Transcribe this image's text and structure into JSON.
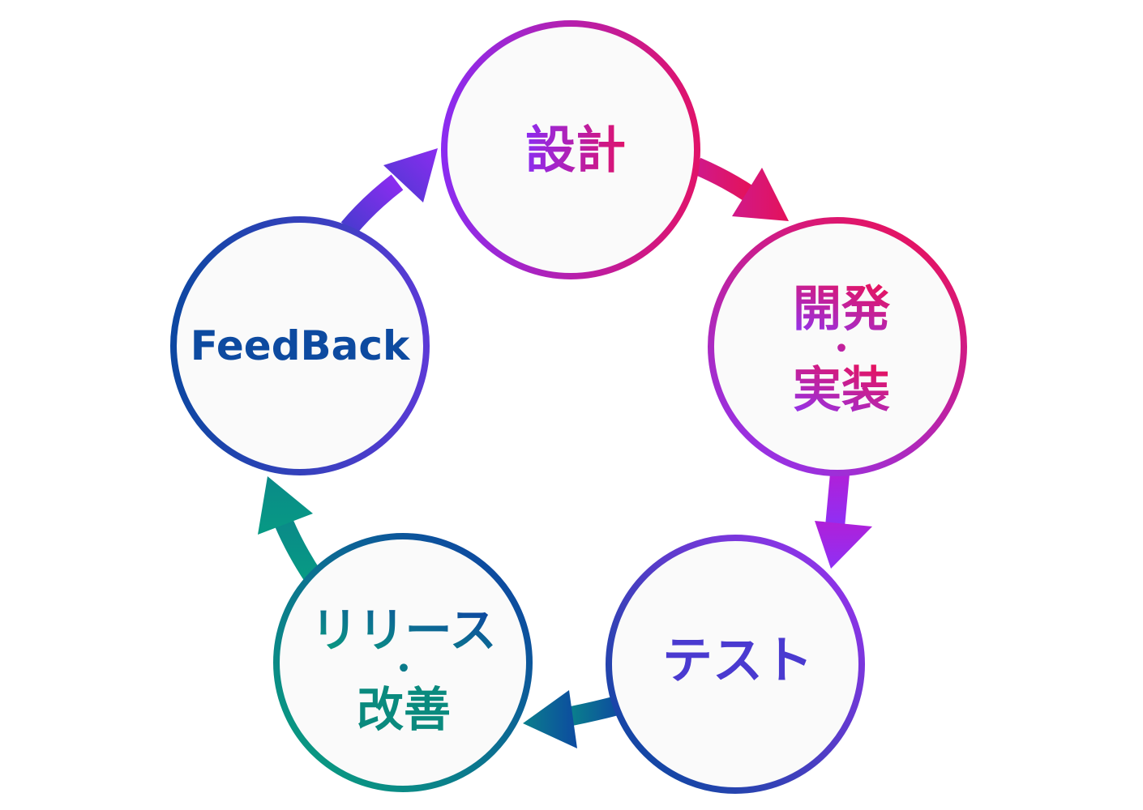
{
  "nodes": [
    {
      "id": "design",
      "lines": [
        "設計"
      ],
      "colors": [
        "#8b2cf0",
        "#e0136a"
      ]
    },
    {
      "id": "develop",
      "lines": [
        "開発",
        "・",
        "実装"
      ],
      "colors": [
        "#e8125c",
        "#9333ea"
      ]
    },
    {
      "id": "test",
      "lines": [
        "テスト"
      ],
      "colors": [
        "#9333ea",
        "#0d47a1"
      ]
    },
    {
      "id": "release",
      "lines": [
        "リリース",
        "・",
        "改善"
      ],
      "colors": [
        "#0d47a1",
        "#0a9a80"
      ]
    },
    {
      "id": "feedback",
      "lines": [
        "FeedBack"
      ],
      "colors": [
        "#0d47a1",
        "#5b3ad6"
      ]
    }
  ],
  "edges": [
    {
      "from": "design",
      "to": "develop"
    },
    {
      "from": "develop",
      "to": "test"
    },
    {
      "from": "test",
      "to": "release"
    },
    {
      "from": "release",
      "to": "feedback"
    },
    {
      "from": "feedback",
      "to": "design"
    }
  ],
  "circle_fill": "#fafafa"
}
